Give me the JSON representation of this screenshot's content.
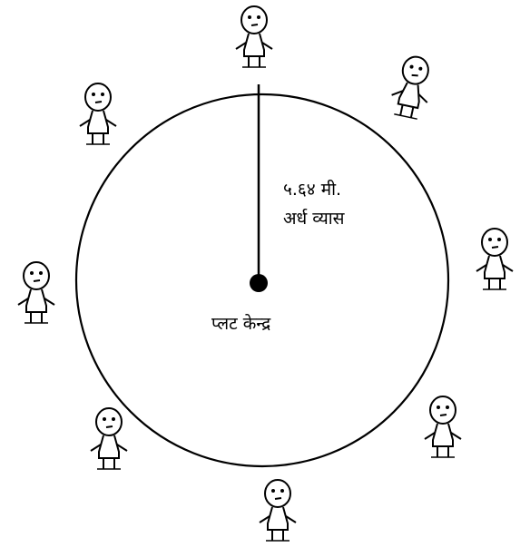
{
  "diagram": {
    "radius_label_line1": "५.६४ मी.",
    "radius_label_line2": "अर्ध व्यास",
    "center_label": "प्लट केन्द्र",
    "person_count": 8,
    "colors": {
      "stroke": "#000000",
      "background": "#ffffff"
    },
    "icons": {
      "person": "stick-figure-person-icon",
      "center": "center-point-icon"
    }
  }
}
